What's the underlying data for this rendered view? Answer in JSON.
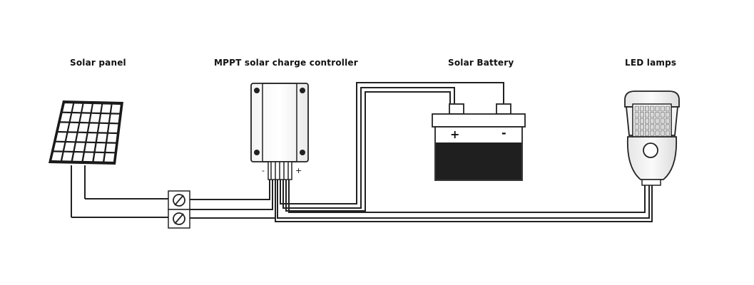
{
  "labels": {
    "solar_panel": "Solar panel",
    "controller": "MPPT solar charge controller",
    "battery": "Solar Battery",
    "lamps": "LED lamps"
  },
  "controller_terminals": {
    "minus": "-",
    "plus": "+"
  },
  "battery_terminals": {
    "plus": "+",
    "minus": "-"
  },
  "colors": {
    "stroke": "#222222",
    "battery_fill": "#1f1f1f",
    "panel_cell": "#ffffff",
    "panel_frame": "#1a1a1a"
  }
}
